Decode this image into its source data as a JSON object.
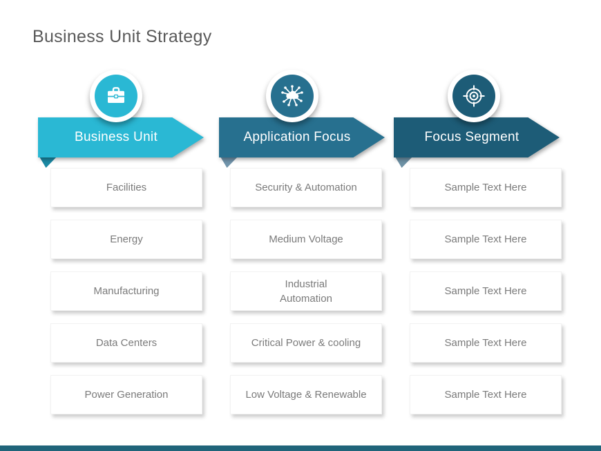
{
  "slide": {
    "title": "Business Unit Strategy",
    "title_color": "#595959",
    "card_text_color": "#7a7a7a",
    "footer_bar_color": "#20647a",
    "columns": [
      {
        "id": "business-unit",
        "header": "Business Unit",
        "icon": "briefcase-icon",
        "accent_color": "#2ab8d4",
        "fold_color": "#1b89a4",
        "items": [
          "Facilities",
          "Energy",
          "Manufacturing",
          "Data Centers",
          "Power Generation"
        ]
      },
      {
        "id": "application-focus",
        "header": "Application Focus",
        "icon": "cloud-network-icon",
        "accent_color": "#27708f",
        "fold_color": "#7194ab",
        "items": [
          "Security & Automation",
          "Medium Voltage",
          "Industrial\nAutomation",
          "Critical Power & cooling",
          "Low Voltage & Renewable"
        ]
      },
      {
        "id": "focus-segment",
        "header": "Focus Segment",
        "icon": "target-icon",
        "accent_color": "#1d5c77",
        "fold_color": "#6e92a6",
        "items": [
          "Sample Text Here",
          "Sample Text Here",
          "Sample Text Here",
          "Sample Text Here",
          "Sample Text Here"
        ]
      }
    ]
  }
}
